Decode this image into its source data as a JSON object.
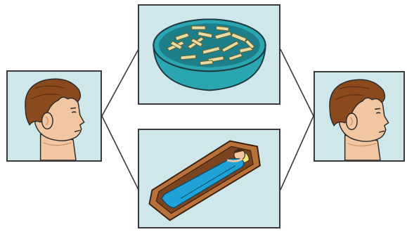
{
  "figure": {
    "panels": [
      {
        "id": "left",
        "subject": "boy-head-profile"
      },
      {
        "id": "top",
        "subject": "bowl-of-food"
      },
      {
        "id": "bottom",
        "subject": "person-in-sleeping-bag-in-coffin"
      },
      {
        "id": "right",
        "subject": "boy-head-profile"
      }
    ],
    "colors": {
      "panel_background": "#cfe7ea",
      "panel_border": "#3a3a3a",
      "connector_line": "#3a3a3a",
      "hair": "#8a4a1e",
      "skin": "#f2c6a0",
      "bowl": "#2aa6b3",
      "food": "#e8dca6",
      "coffin_wood": "#b9713a",
      "sleeping_bag": "#1fa2d8",
      "pillow": "#f0e77a"
    }
  }
}
